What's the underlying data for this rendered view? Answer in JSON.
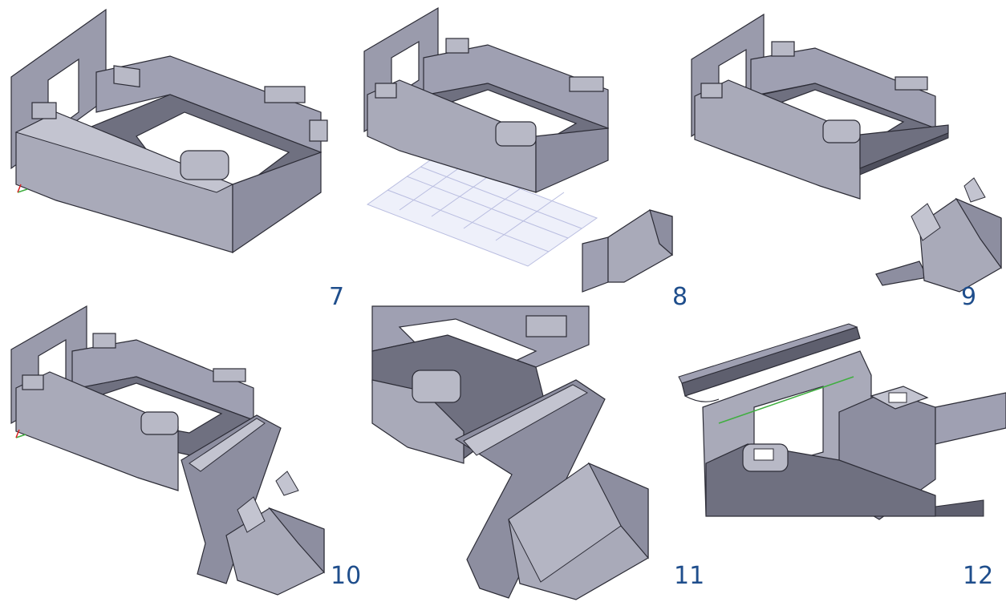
{
  "colors": {
    "background": "#ffffff",
    "part_light": "#a9aab9",
    "part_mid": "#8d8ea0",
    "part_dark": "#5e5f6e",
    "edge": "#2c2c36",
    "label": "#1f4e8c",
    "grid_fill": "#eef0fa",
    "grid_line": "#b9bde0",
    "highlight_line": "#3fae3f"
  },
  "icons": {
    "axis_triad": "axis-triad-icon"
  },
  "steps": [
    {
      "label": "7"
    },
    {
      "label": "8"
    },
    {
      "label": "9"
    },
    {
      "label": "10"
    },
    {
      "label": "11"
    },
    {
      "label": "12"
    }
  ]
}
